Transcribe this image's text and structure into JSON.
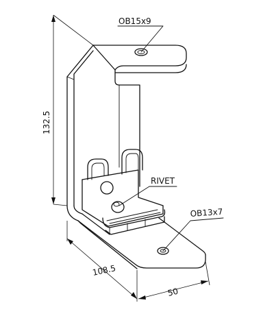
{
  "labels": {
    "slot_top": "OB15x9",
    "slot_bottom": "OB13x7",
    "rivet": "RIVET"
  },
  "dimensions": {
    "height": "132.5",
    "depth": "108.5",
    "width": "50"
  }
}
